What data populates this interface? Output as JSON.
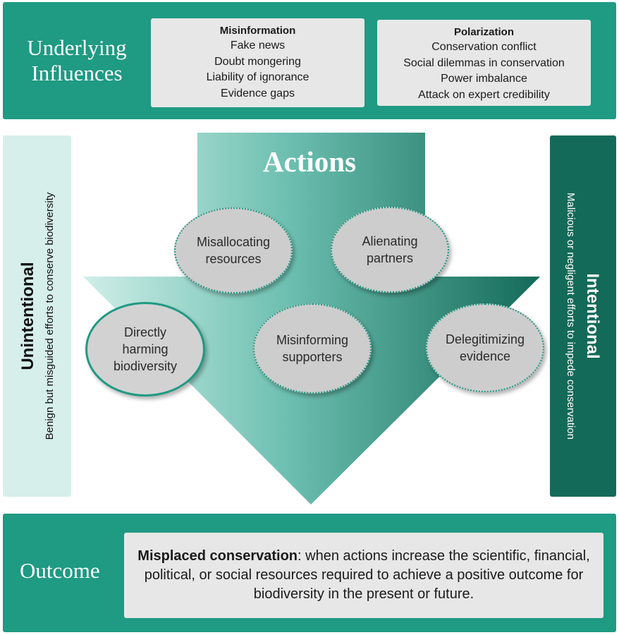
{
  "underlying_influences": {
    "heading_line1": "Underlying",
    "heading_line2": "Influences",
    "misinformation": {
      "title": "Misinformation",
      "items": [
        "Fake news",
        "Doubt mongering",
        "Liability of ignorance",
        "Evidence gaps"
      ]
    },
    "polarization": {
      "title": "Polarization",
      "items": [
        "Conservation conflict",
        "Social dilemmas in conservation",
        "Power imbalance",
        "Attack on expert credibility"
      ]
    }
  },
  "actions": {
    "heading": "Actions",
    "items": {
      "misallocating": [
        "Misallocating",
        "resources"
      ],
      "alienating": [
        "Alienating",
        "partners"
      ],
      "harming": [
        "Directly",
        "harming",
        "biodiversity"
      ],
      "misinforming": [
        "Misinforming",
        "supporters"
      ],
      "delegitimizing": [
        "Delegitimizing",
        "evidence"
      ]
    }
  },
  "unintentional": {
    "title": "Unintentional",
    "subtitle": "Benign but misguided efforts to conserve biodiversity"
  },
  "intentional": {
    "title": "Intentional",
    "subtitle": "Malicious or negligent efforts to impede conservation"
  },
  "outcome": {
    "heading": "Outcome",
    "term": "Misplaced conservation",
    "definition": ": when actions increase the scientific, financial, political, or social resources required to achieve a positive outcome for biodiversity in the present or future."
  },
  "colors": {
    "band": "#1f9a83",
    "arrow_light": "#c9ebe4",
    "arrow_dark": "#146a58",
    "unintentional_bg": "#d6efea",
    "intentional_bg": "#146a58",
    "box_bg": "#e7e7e7",
    "ellipse_bg": "#cdcdcd"
  }
}
